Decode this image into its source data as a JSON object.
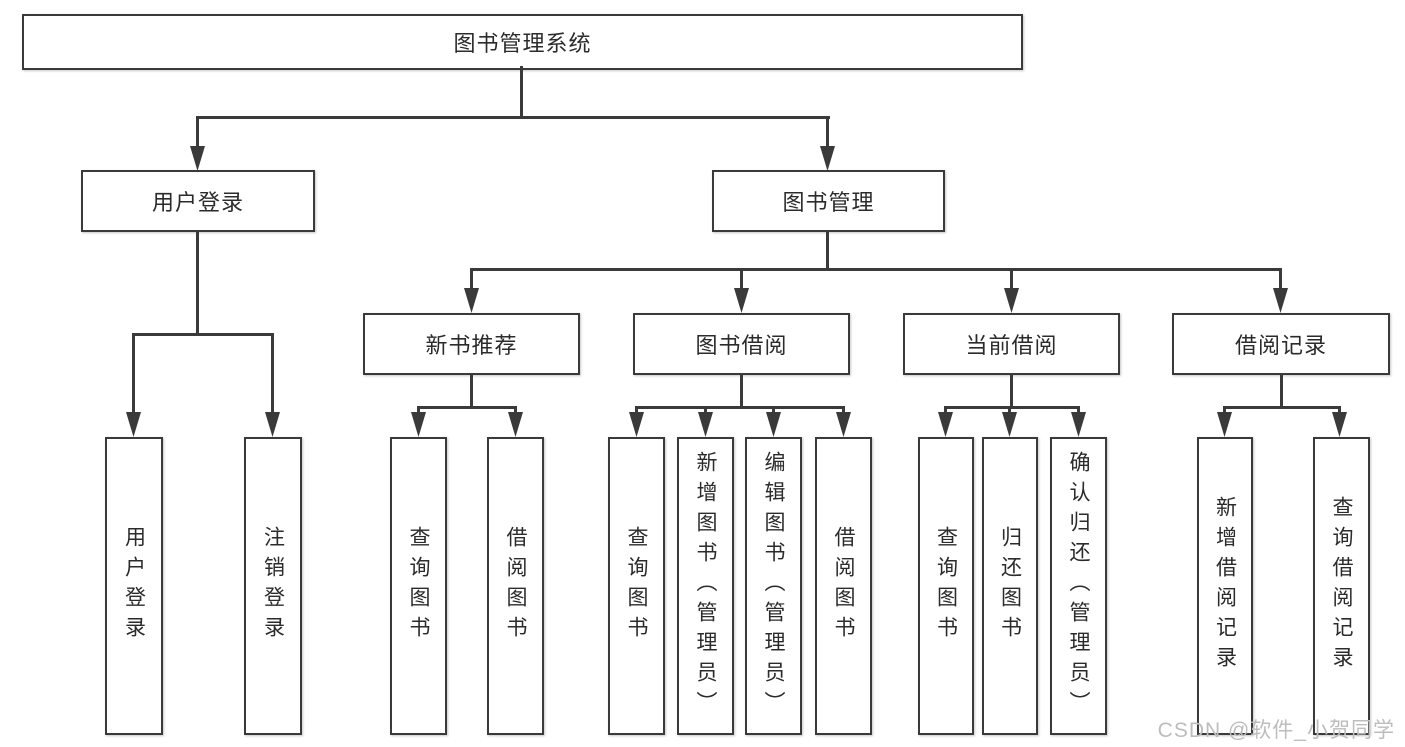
{
  "tree": {
    "root": "图书管理系统",
    "branches": [
      {
        "label": "用户登录",
        "children": [
          "用户登录",
          "注销登录"
        ]
      },
      {
        "label": "图书管理",
        "children": [
          {
            "label": "新书推荐",
            "children": [
              "查询图书",
              "借阅图书"
            ]
          },
          {
            "label": "图书借阅",
            "children": [
              "查询图书",
              "新增图书（管理员）",
              "编辑图书（管理员）",
              "借阅图书"
            ]
          },
          {
            "label": "当前借阅",
            "children": [
              "查询图书",
              "归还图书",
              "确认归还（管理员）"
            ]
          },
          {
            "label": "借阅记录",
            "children": [
              "新增借阅记录",
              "查询借阅记录"
            ]
          }
        ]
      }
    ]
  },
  "colors": {
    "line": "#3a3a3a",
    "text": "#2b2b2b",
    "watermark": "#bdbdbd"
  },
  "watermark": "CSDN @软件_小贺同学"
}
